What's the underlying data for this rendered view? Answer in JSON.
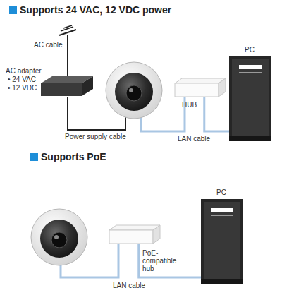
{
  "diagram": {
    "nodes": [
      {
        "text": [
          "AC adapter",
          "• 24 VAC",
          "• 12 VDC"
        ]
      },
      {
        "text": [
          "HUB"
        ]
      },
      {
        "text": [
          "PC"
        ]
      },
      {
        "text": [
          "PoE- compatible hub"
        ]
      },
      {
        "text": [
          "PC"
        ]
      }
    ],
    "edges": [
      {
        "from": 1,
        "to": 2,
        "arrow": "none"
      },
      {
        "from": 3,
        "to": 4,
        "arrow": "none"
      }
    ],
    "labels": [
      "Supports 24 VAC, 12 VDC power",
      "AC cable",
      "Power supply cable",
      "LAN cable",
      "Supports PoE",
      "LAN cable"
    ]
  }
}
